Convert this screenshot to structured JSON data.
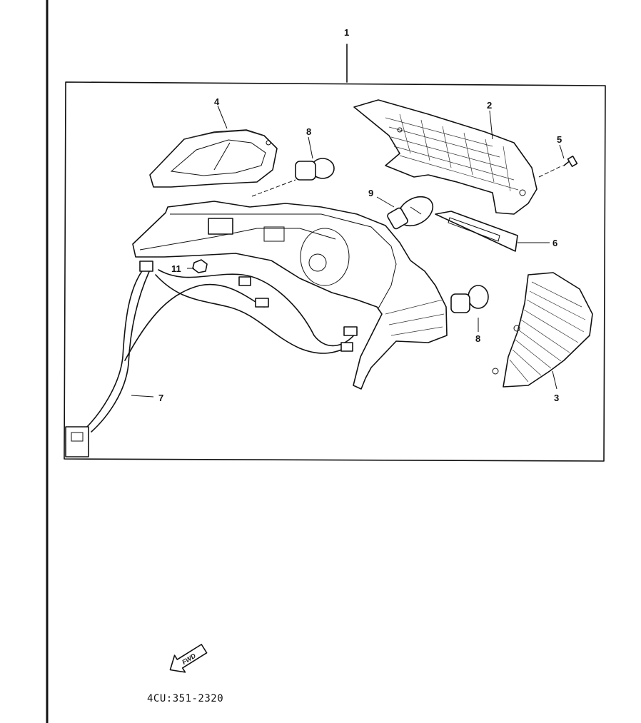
{
  "callouts": {
    "c1": "1",
    "c2": "2",
    "c3": "3",
    "c4": "4",
    "c5": "5",
    "c6": "6",
    "c7": "7",
    "c8a": "8",
    "c8b": "8",
    "c9": "9",
    "c11": "11"
  },
  "fwd_label": "FWD",
  "diagram_code": "4CU:351-2320"
}
